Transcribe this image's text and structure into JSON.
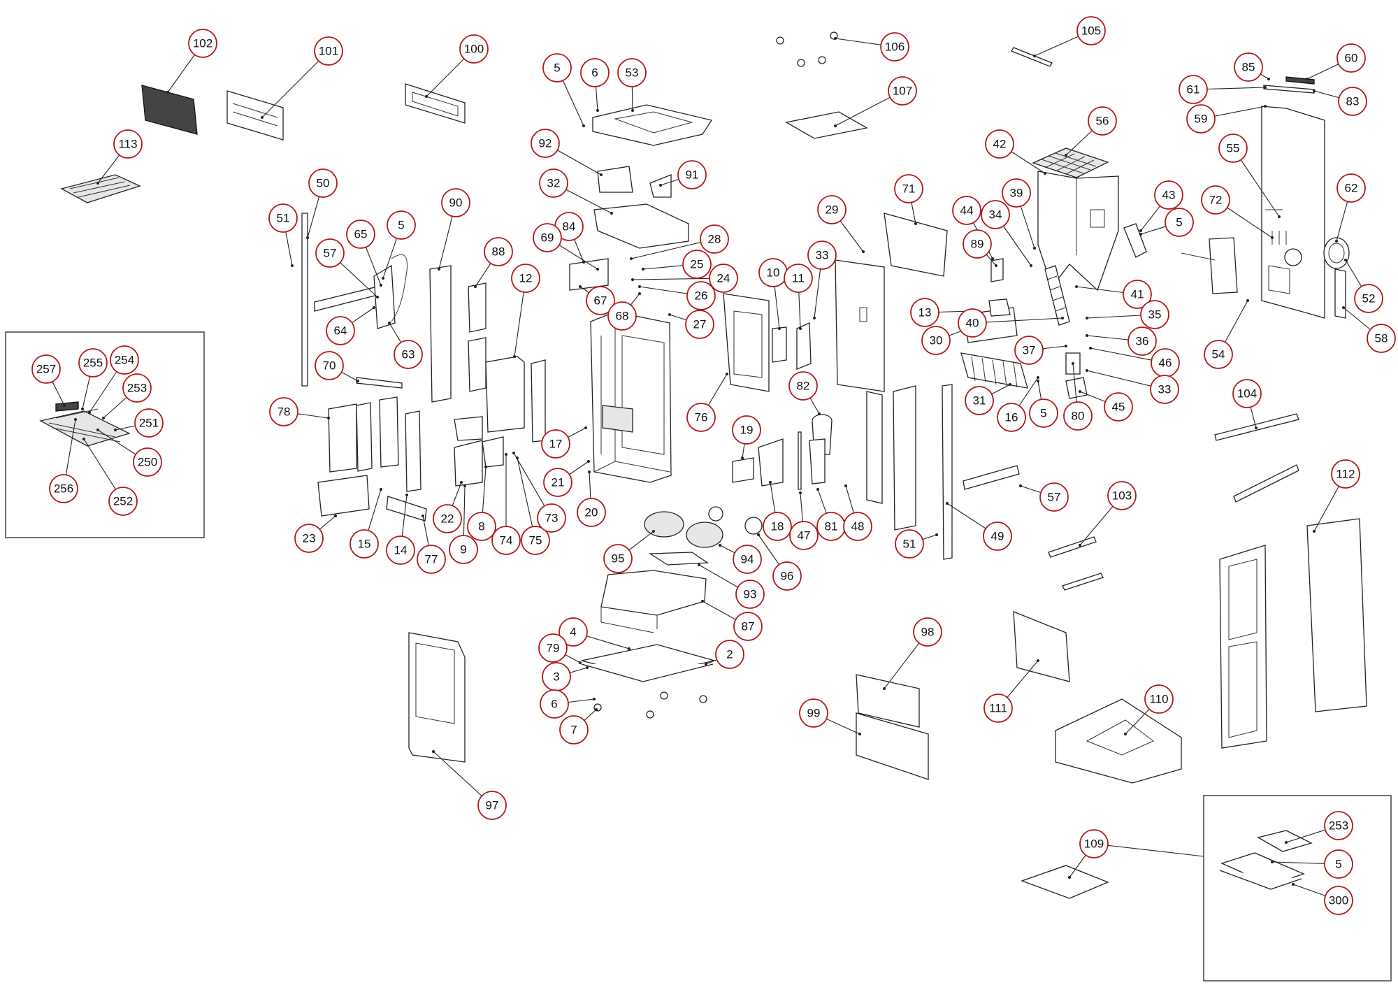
{
  "callouts": [
    "102",
    "101",
    "100",
    "113",
    "5",
    "6",
    "53",
    "106",
    "105",
    "85",
    "60",
    "61",
    "83",
    "59",
    "107",
    "92",
    "91",
    "32",
    "56",
    "42",
    "55",
    "72",
    "62",
    "51",
    "50",
    "57",
    "65",
    "5",
    "90",
    "84",
    "28",
    "69",
    "88",
    "25",
    "24",
    "26",
    "67",
    "68",
    "27",
    "12",
    "64",
    "63",
    "71",
    "29",
    "33",
    "10",
    "11",
    "44",
    "34",
    "39",
    "43",
    "5",
    "89",
    "41",
    "13",
    "40",
    "35",
    "30",
    "37",
    "36",
    "46",
    "33",
    "31",
    "16",
    "5",
    "80",
    "45",
    "54",
    "52",
    "58",
    "70",
    "78",
    "82",
    "76",
    "19",
    "17",
    "21",
    "20",
    "18",
    "47",
    "81",
    "48",
    "22",
    "9",
    "8",
    "74",
    "75",
    "73",
    "23",
    "15",
    "14",
    "77",
    "51",
    "49",
    "57",
    "104",
    "112",
    "103",
    "95",
    "94",
    "93",
    "96",
    "87",
    "4",
    "2",
    "79",
    "3",
    "6",
    "7",
    "98",
    "99",
    "111",
    "110",
    "97",
    "109",
    "253",
    "5",
    "300",
    "257",
    "255",
    "254",
    "253",
    "251",
    "250",
    "256",
    "252"
  ]
}
